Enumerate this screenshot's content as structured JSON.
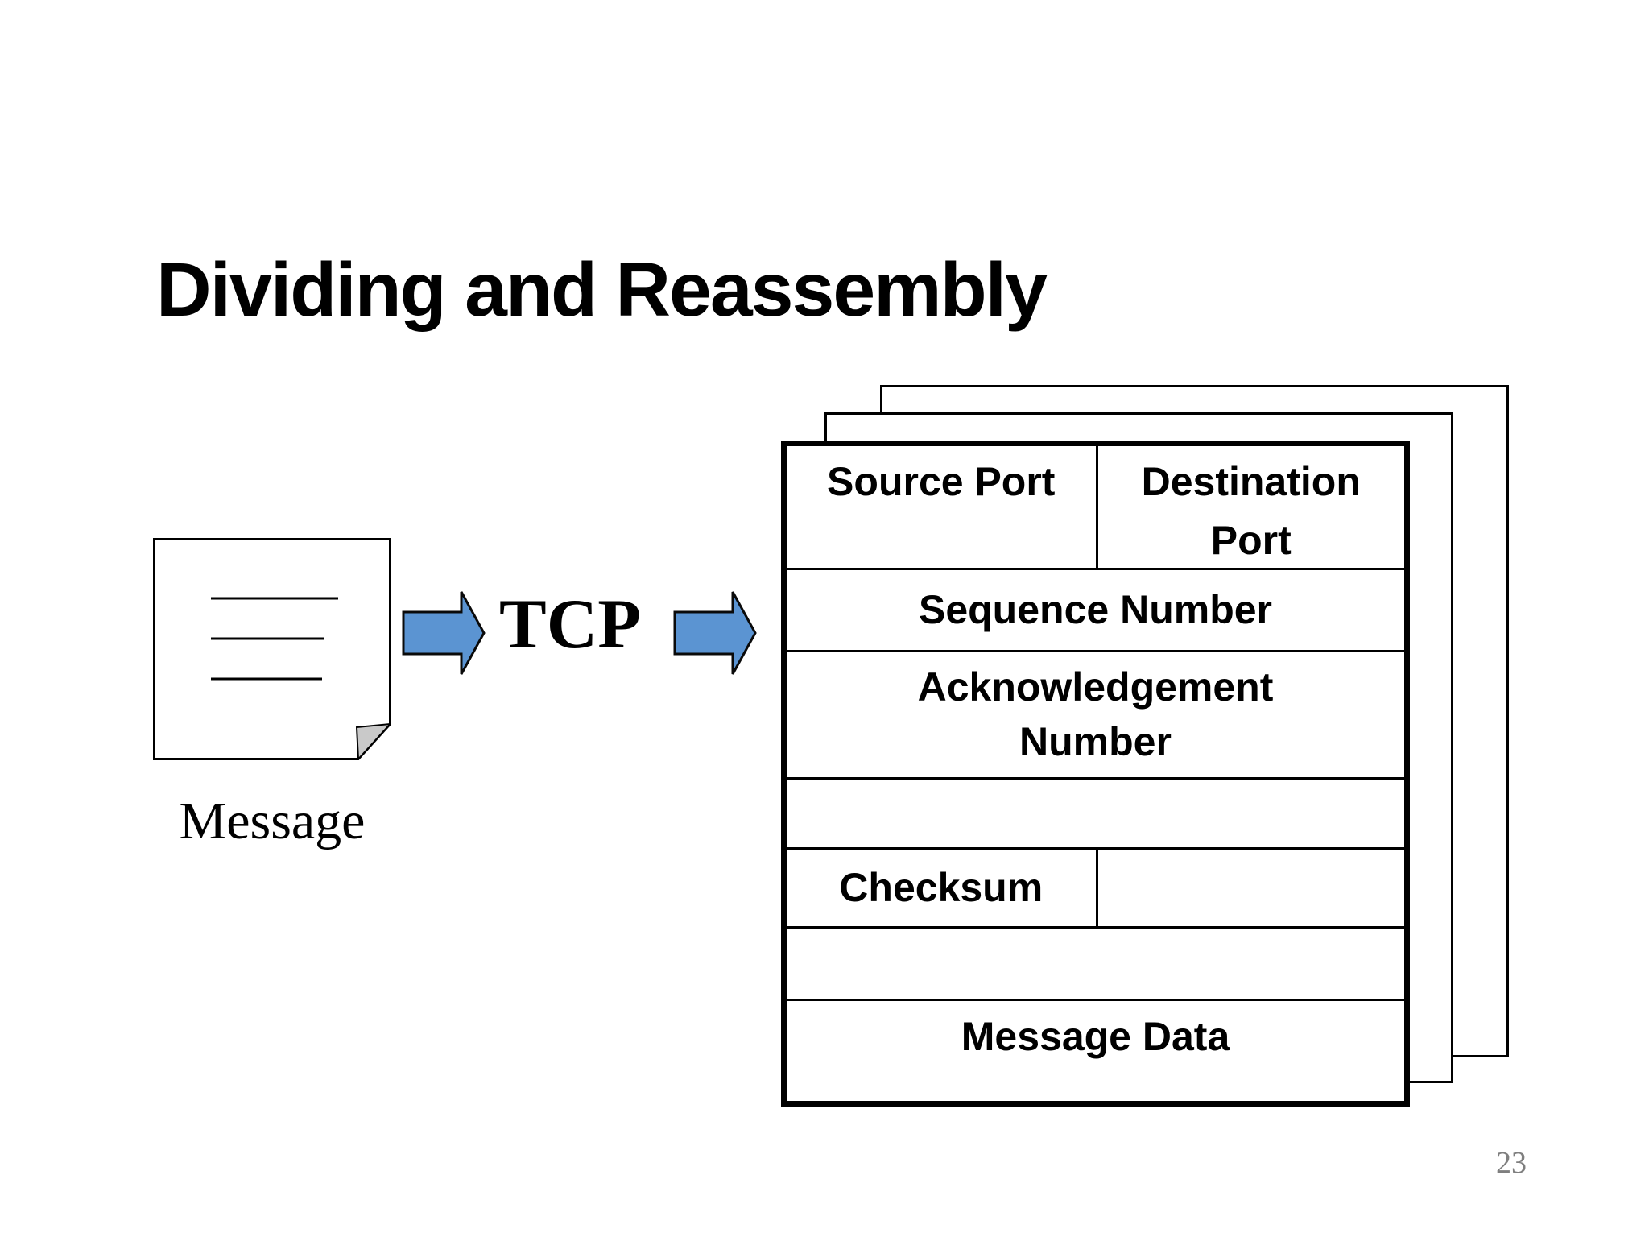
{
  "slide": {
    "title": "Dividing and Reassembly",
    "page_number": "23"
  },
  "message_doc": {
    "label": "Message",
    "icon": "document-icon"
  },
  "flow": {
    "tcp_label": "TCP",
    "arrow_icon": "right-arrow-icon"
  },
  "packet_header": {
    "fields": {
      "source_port": "Source Port",
      "destination_port": "Destination Port",
      "sequence_number": "Sequence Number",
      "acknowledgement_number": "Acknowledgement Number",
      "checksum": "Checksum",
      "message_data": "Message Data"
    }
  },
  "colors": {
    "arrow_fill": "#5B94D2",
    "arrow_stroke": "#0a0a0a",
    "fold_fill": "#c9c9c9",
    "page_number_color": "#7f7f7f"
  }
}
